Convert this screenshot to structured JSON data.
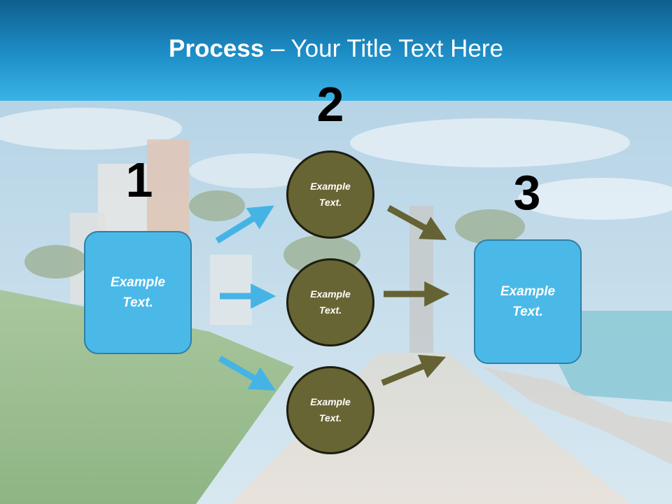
{
  "header": {
    "title_bold": "Process",
    "title_rest": " – Your Title Text Here"
  },
  "diagram": {
    "steps": [
      {
        "number": "1",
        "label": "Example Text."
      },
      {
        "number": "2",
        "label": "Example Text."
      },
      {
        "number": "3",
        "label": "Example Text."
      }
    ],
    "middle_circles": [
      {
        "label": "Example Text."
      },
      {
        "label": "Example Text."
      },
      {
        "label": "Example Text."
      }
    ]
  },
  "colors": {
    "header_top": "#0e5f8e",
    "header_bottom": "#3ab3e6",
    "box_fill": "#4ab9e8",
    "box_border": "#2f7fa6",
    "circle_fill": "#686534",
    "circle_border": "#1d1d10",
    "arrow_blue": "#45b4e5",
    "arrow_olive": "#656234"
  }
}
